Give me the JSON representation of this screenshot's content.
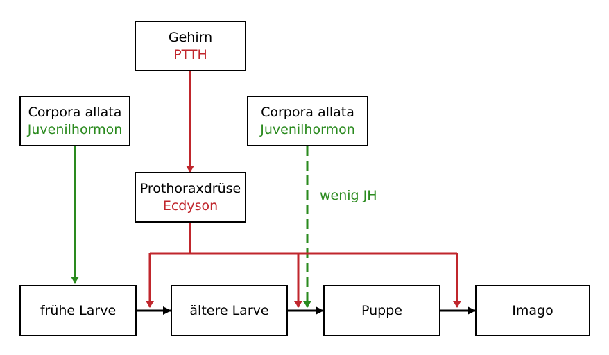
{
  "colors": {
    "hormone_red": "#c0262c",
    "hormone_green": "#2a8a1e",
    "flow_black": "#000000"
  },
  "nodes": {
    "brain": {
      "title": "Gehirn",
      "hormone": "PTTH"
    },
    "corpora_allata_left": {
      "title": "Corpora allata",
      "hormone": "Juvenilhormon"
    },
    "corpora_allata_right": {
      "title": "Corpora allata",
      "hormone": "Juvenilhormon"
    },
    "prothoracic_gland": {
      "title": "Prothoraxdrüse",
      "hormone": "Ecdyson"
    },
    "early_larva": {
      "title": "frühe Larve"
    },
    "older_larva": {
      "title": "ältere Larve"
    },
    "pupa": {
      "title": "Puppe"
    },
    "imago": {
      "title": "Imago"
    }
  },
  "edge_labels": {
    "low_jh": "wenig JH"
  }
}
